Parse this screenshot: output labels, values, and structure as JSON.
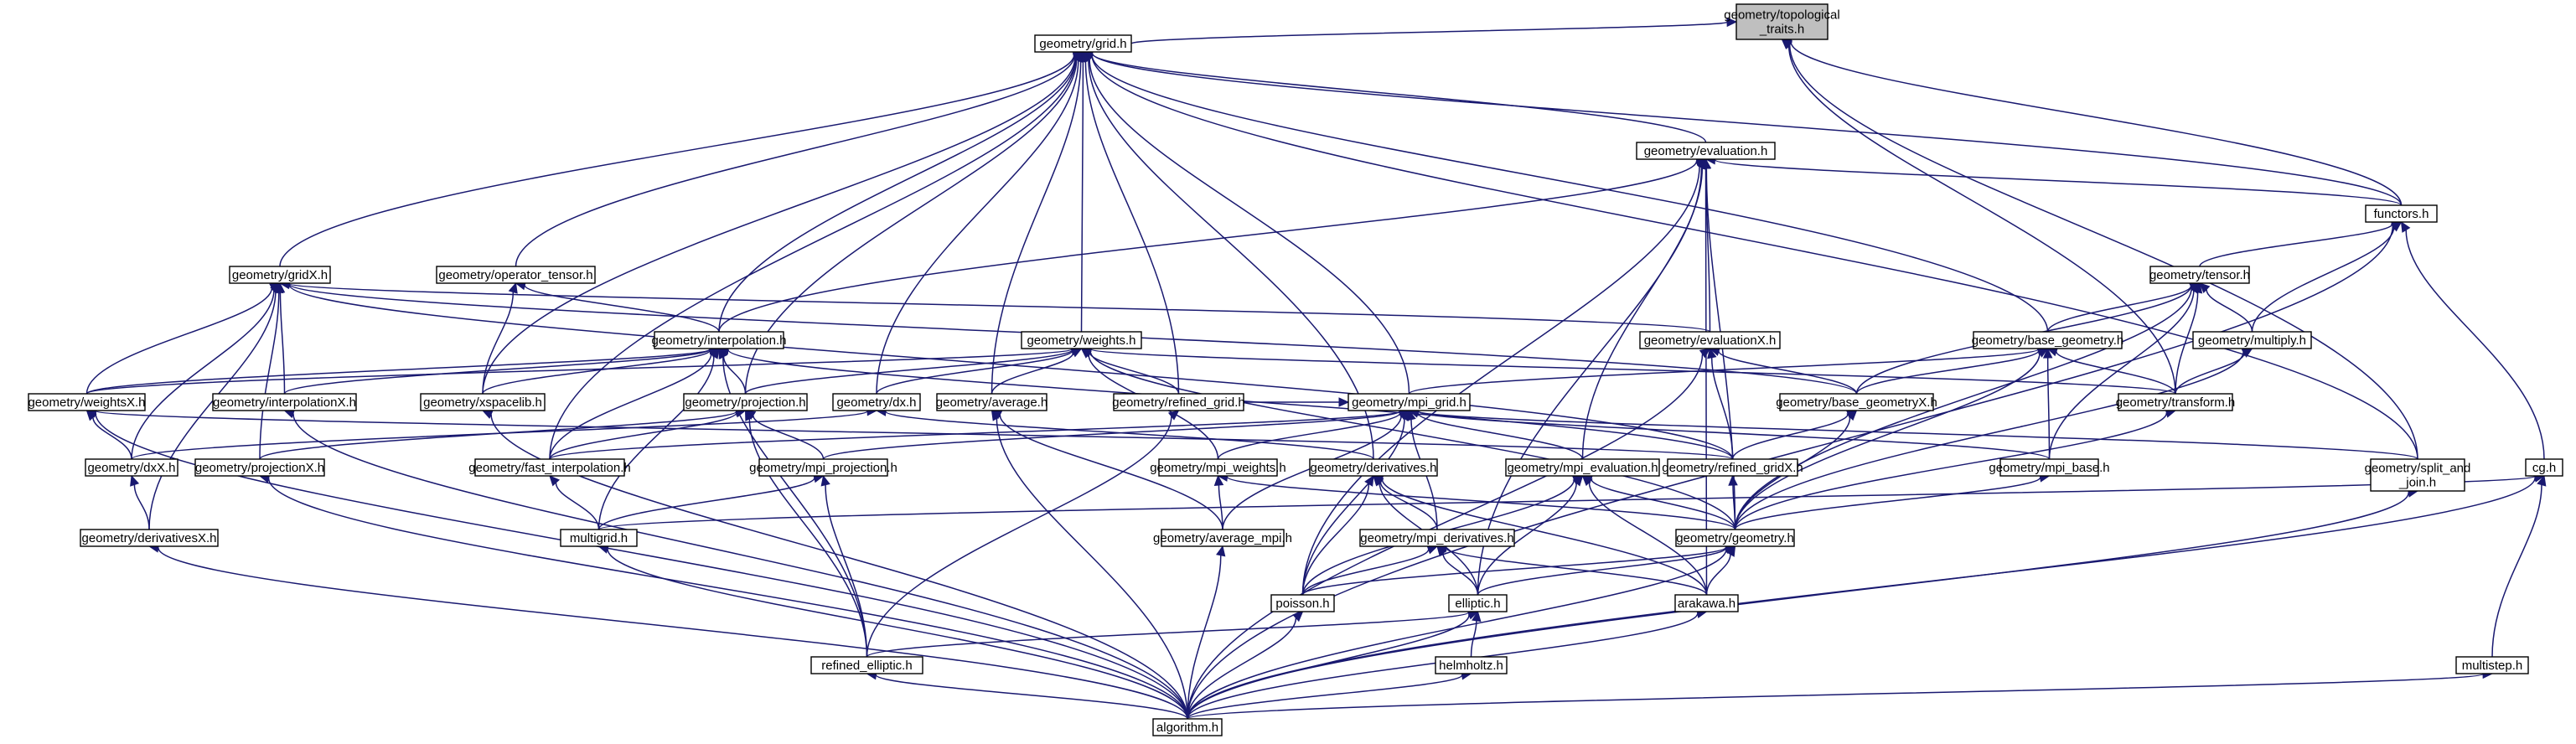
{
  "colors": {
    "edge": "#191970",
    "root_fill": "#bfbfbf",
    "node_fill": "#ffffff",
    "node_stroke": "#000000"
  },
  "nodes": [
    {
      "id": "topo",
      "lines": [
        "geometry/topological",
        "_traits.h"
      ],
      "root": true
    },
    {
      "id": "grid",
      "lines": [
        "geometry/grid.h"
      ]
    },
    {
      "id": "evaluation",
      "lines": [
        "geometry/evaluation.h"
      ]
    },
    {
      "id": "functors",
      "lines": [
        "functors.h"
      ]
    },
    {
      "id": "gridX",
      "lines": [
        "geometry/gridX.h"
      ]
    },
    {
      "id": "operator_tensor",
      "lines": [
        "geometry/operator_tensor.h"
      ]
    },
    {
      "id": "tensor",
      "lines": [
        "geometry/tensor.h"
      ]
    },
    {
      "id": "interpolation",
      "lines": [
        "geometry/interpolation.h"
      ]
    },
    {
      "id": "weights",
      "lines": [
        "geometry/weights.h"
      ]
    },
    {
      "id": "evaluationX",
      "lines": [
        "geometry/evaluationX.h"
      ]
    },
    {
      "id": "base_geometry",
      "lines": [
        "geometry/base_geometry.h"
      ]
    },
    {
      "id": "multiply",
      "lines": [
        "geometry/multiply.h"
      ]
    },
    {
      "id": "weightsX",
      "lines": [
        "geometry/weightsX.h"
      ]
    },
    {
      "id": "interpolationX",
      "lines": [
        "geometry/interpolationX.h"
      ]
    },
    {
      "id": "xspacelib",
      "lines": [
        "geometry/xspacelib.h"
      ]
    },
    {
      "id": "projection",
      "lines": [
        "geometry/projection.h"
      ]
    },
    {
      "id": "dx",
      "lines": [
        "geometry/dx.h"
      ]
    },
    {
      "id": "average",
      "lines": [
        "geometry/average.h"
      ]
    },
    {
      "id": "refined_grid",
      "lines": [
        "geometry/refined_grid.h"
      ]
    },
    {
      "id": "mpi_grid",
      "lines": [
        "geometry/mpi_grid.h"
      ]
    },
    {
      "id": "base_geometryX",
      "lines": [
        "geometry/base_geometryX.h"
      ]
    },
    {
      "id": "transform",
      "lines": [
        "geometry/transform.h"
      ]
    },
    {
      "id": "dxX",
      "lines": [
        "geometry/dxX.h"
      ]
    },
    {
      "id": "projectionX",
      "lines": [
        "geometry/projectionX.h"
      ]
    },
    {
      "id": "fast_interpolation",
      "lines": [
        "geometry/fast_interpolation.h"
      ]
    },
    {
      "id": "mpi_projection",
      "lines": [
        "geometry/mpi_projection.h"
      ]
    },
    {
      "id": "mpi_weights",
      "lines": [
        "geometry/mpi_weights.h"
      ]
    },
    {
      "id": "derivatives",
      "lines": [
        "geometry/derivatives.h"
      ]
    },
    {
      "id": "mpi_evaluation",
      "lines": [
        "geometry/mpi_evaluation.h"
      ]
    },
    {
      "id": "refined_gridX",
      "lines": [
        "geometry/refined_gridX.h"
      ]
    },
    {
      "id": "mpi_base",
      "lines": [
        "geometry/mpi_base.h"
      ]
    },
    {
      "id": "split_and_join",
      "lines": [
        "geometry/split_and",
        "_join.h"
      ]
    },
    {
      "id": "cg",
      "lines": [
        "cg.h"
      ]
    },
    {
      "id": "derivativesX",
      "lines": [
        "geometry/derivativesX.h"
      ]
    },
    {
      "id": "multigrid",
      "lines": [
        "multigrid.h"
      ]
    },
    {
      "id": "average_mpi",
      "lines": [
        "geometry/average_mpi.h"
      ]
    },
    {
      "id": "mpi_derivatives",
      "lines": [
        "geometry/mpi_derivatives.h"
      ]
    },
    {
      "id": "geometry",
      "lines": [
        "geometry/geometry.h"
      ]
    },
    {
      "id": "poisson",
      "lines": [
        "poisson.h"
      ]
    },
    {
      "id": "elliptic",
      "lines": [
        "elliptic.h"
      ]
    },
    {
      "id": "arakawa",
      "lines": [
        "arakawa.h"
      ]
    },
    {
      "id": "refined_elliptic",
      "lines": [
        "refined_elliptic.h"
      ]
    },
    {
      "id": "helmholtz",
      "lines": [
        "helmholtz.h"
      ]
    },
    {
      "id": "multistep",
      "lines": [
        "multistep.h"
      ]
    },
    {
      "id": "algorithm",
      "lines": [
        "algorithm.h"
      ]
    }
  ],
  "edges": [
    [
      "grid",
      "topo"
    ],
    [
      "functors",
      "topo"
    ],
    [
      "split_and_join",
      "topo"
    ],
    [
      "transform",
      "topo"
    ],
    [
      "evaluation",
      "grid"
    ],
    [
      "gridX",
      "grid"
    ],
    [
      "operator_tensor",
      "grid"
    ],
    [
      "interpolation",
      "grid"
    ],
    [
      "weights",
      "grid"
    ],
    [
      "xspacelib",
      "grid"
    ],
    [
      "projection",
      "grid"
    ],
    [
      "dx",
      "grid"
    ],
    [
      "average",
      "grid"
    ],
    [
      "refined_grid",
      "grid"
    ],
    [
      "mpi_grid",
      "grid"
    ],
    [
      "fast_interpolation",
      "grid"
    ],
    [
      "derivatives",
      "grid"
    ],
    [
      "base_geometry",
      "grid"
    ],
    [
      "functors",
      "grid"
    ],
    [
      "split_and_join",
      "grid"
    ],
    [
      "functors",
      "evaluation"
    ],
    [
      "interpolation",
      "evaluation"
    ],
    [
      "evaluationX",
      "evaluation"
    ],
    [
      "mpi_evaluation",
      "evaluation"
    ],
    [
      "poisson",
      "evaluation"
    ],
    [
      "geometry",
      "evaluation"
    ],
    [
      "elliptic",
      "evaluation"
    ],
    [
      "arakawa",
      "evaluation"
    ],
    [
      "tensor",
      "functors"
    ],
    [
      "multiply",
      "functors"
    ],
    [
      "cg",
      "functors"
    ],
    [
      "algorithm",
      "functors"
    ],
    [
      "weightsX",
      "gridX"
    ],
    [
      "interpolationX",
      "gridX"
    ],
    [
      "projectionX",
      "gridX"
    ],
    [
      "dxX",
      "gridX"
    ],
    [
      "derivativesX",
      "gridX"
    ],
    [
      "evaluationX",
      "gridX"
    ],
    [
      "base_geometryX",
      "gridX"
    ],
    [
      "refined_gridX",
      "gridX"
    ],
    [
      "interpolation",
      "operator_tensor"
    ],
    [
      "xspacelib",
      "operator_tensor"
    ],
    [
      "base_geometry",
      "tensor"
    ],
    [
      "multiply",
      "tensor"
    ],
    [
      "transform",
      "tensor"
    ],
    [
      "base_geometryX",
      "tensor"
    ],
    [
      "mpi_base",
      "tensor"
    ],
    [
      "geometry",
      "tensor"
    ],
    [
      "interpolationX",
      "interpolation"
    ],
    [
      "weightsX",
      "interpolation"
    ],
    [
      "xspacelib",
      "interpolation"
    ],
    [
      "projection",
      "interpolation"
    ],
    [
      "fast_interpolation",
      "interpolation"
    ],
    [
      "multigrid",
      "interpolation"
    ],
    [
      "refined_elliptic",
      "interpolation"
    ],
    [
      "refined_gridX",
      "interpolation"
    ],
    [
      "weightsX",
      "weights"
    ],
    [
      "projection",
      "weights"
    ],
    [
      "dx",
      "weights"
    ],
    [
      "average",
      "weights"
    ],
    [
      "refined_grid",
      "weights"
    ],
    [
      "mpi_weights",
      "weights"
    ],
    [
      "geometry",
      "weights"
    ],
    [
      "transform",
      "weights"
    ],
    [
      "base_geometryX",
      "evaluationX"
    ],
    [
      "refined_gridX",
      "evaluationX"
    ],
    [
      "algorithm",
      "evaluationX"
    ],
    [
      "base_geometryX",
      "base_geometry"
    ],
    [
      "transform",
      "base_geometry"
    ],
    [
      "mpi_base",
      "base_geometry"
    ],
    [
      "geometry",
      "base_geometry"
    ],
    [
      "mpi_grid",
      "base_geometry"
    ],
    [
      "transform",
      "multiply"
    ],
    [
      "geometry",
      "multiply"
    ],
    [
      "dxX",
      "weightsX"
    ],
    [
      "algorithm",
      "weightsX"
    ],
    [
      "refined_gridX",
      "weightsX"
    ],
    [
      "algorithm",
      "interpolationX"
    ],
    [
      "algorithm",
      "xspacelib"
    ],
    [
      "projectionX",
      "projection"
    ],
    [
      "fast_interpolation",
      "projection"
    ],
    [
      "mpi_projection",
      "projection"
    ],
    [
      "refined_elliptic",
      "projection"
    ],
    [
      "dxX",
      "dx"
    ],
    [
      "derivatives",
      "dx"
    ],
    [
      "algorithm",
      "average"
    ],
    [
      "average_mpi",
      "average"
    ],
    [
      "refined_elliptic",
      "refined_grid"
    ],
    [
      "mpi_projection",
      "mpi_grid"
    ],
    [
      "mpi_weights",
      "mpi_grid"
    ],
    [
      "mpi_evaluation",
      "mpi_grid"
    ],
    [
      "mpi_base",
      "mpi_grid"
    ],
    [
      "average_mpi",
      "mpi_grid"
    ],
    [
      "mpi_derivatives",
      "mpi_grid"
    ],
    [
      "fast_interpolation",
      "mpi_grid"
    ],
    [
      "split_and_join",
      "mpi_grid"
    ],
    [
      "poisson",
      "mpi_grid"
    ],
    [
      "refined_grid",
      "mpi_grid"
    ],
    [
      "refined_gridX",
      "base_geometryX"
    ],
    [
      "geometry",
      "base_geometryX"
    ],
    [
      "geometry",
      "transform"
    ],
    [
      "derivativesX",
      "dxX"
    ],
    [
      "algorithm",
      "projectionX"
    ],
    [
      "multigrid",
      "fast_interpolation"
    ],
    [
      "multigrid",
      "mpi_projection"
    ],
    [
      "refined_elliptic",
      "mpi_projection"
    ],
    [
      "average_mpi",
      "mpi_weights"
    ],
    [
      "geometry",
      "mpi_weights"
    ],
    [
      "mpi_derivatives",
      "derivatives"
    ],
    [
      "poisson",
      "derivatives"
    ],
    [
      "elliptic",
      "derivatives"
    ],
    [
      "arakawa",
      "derivatives"
    ],
    [
      "poisson",
      "mpi_evaluation"
    ],
    [
      "elliptic",
      "mpi_evaluation"
    ],
    [
      "arakawa",
      "mpi_evaluation"
    ],
    [
      "geometry",
      "mpi_evaluation"
    ],
    [
      "geometry",
      "refined_gridX"
    ],
    [
      "geometry",
      "mpi_base"
    ],
    [
      "algorithm",
      "split_and_join"
    ],
    [
      "multigrid",
      "cg"
    ],
    [
      "multistep",
      "cg"
    ],
    [
      "algorithm",
      "cg"
    ],
    [
      "algorithm",
      "derivativesX"
    ],
    [
      "algorithm",
      "multigrid"
    ],
    [
      "algorithm",
      "average_mpi"
    ],
    [
      "poisson",
      "mpi_derivatives"
    ],
    [
      "elliptic",
      "mpi_derivatives"
    ],
    [
      "arakawa",
      "mpi_derivatives"
    ],
    [
      "poisson",
      "geometry"
    ],
    [
      "elliptic",
      "geometry"
    ],
    [
      "arakawa",
      "geometry"
    ],
    [
      "algorithm",
      "geometry"
    ],
    [
      "algorithm",
      "poisson"
    ],
    [
      "refined_elliptic",
      "elliptic"
    ],
    [
      "helmholtz",
      "elliptic"
    ],
    [
      "algorithm",
      "elliptic"
    ],
    [
      "algorithm",
      "arakawa"
    ],
    [
      "algorithm",
      "refined_elliptic"
    ],
    [
      "algorithm",
      "helmholtz"
    ],
    [
      "algorithm",
      "multistep"
    ]
  ]
}
